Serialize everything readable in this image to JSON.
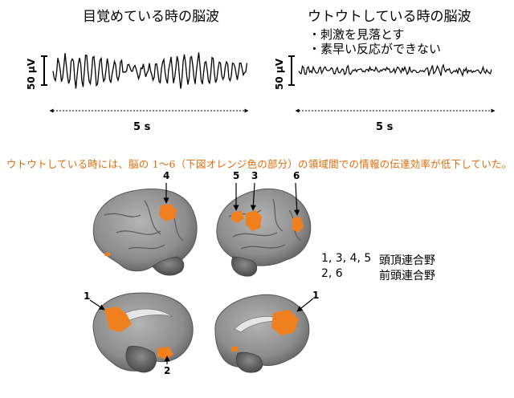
{
  "panels": {
    "awake": {
      "title": "目覚めている時の脳波",
      "unit": "50 μV",
      "duration": "5 s"
    },
    "drowsy": {
      "title": "ウトウトしている時の脳波",
      "unit": "50 μV",
      "duration": "5 s",
      "bullets": [
        "・刺激を見落とす",
        "・素早い反応ができない"
      ]
    }
  },
  "note": "ウトウトしている時には、脳の 1〜6（下図オレンジ色の部分）の領域間での情報の伝達効率が低下していた。",
  "region_labels": [
    "1",
    "2",
    "3",
    "4",
    "5",
    "6"
  ],
  "legend": [
    {
      "regions": "1, 3, 4, 5",
      "name": "頭頂連合野"
    },
    {
      "regions": "2, 6",
      "name": "前頭連合野"
    }
  ],
  "colors": {
    "highlight": "#f07f1e",
    "note_text": "#e36c09",
    "brain": "#8c8c8c"
  }
}
